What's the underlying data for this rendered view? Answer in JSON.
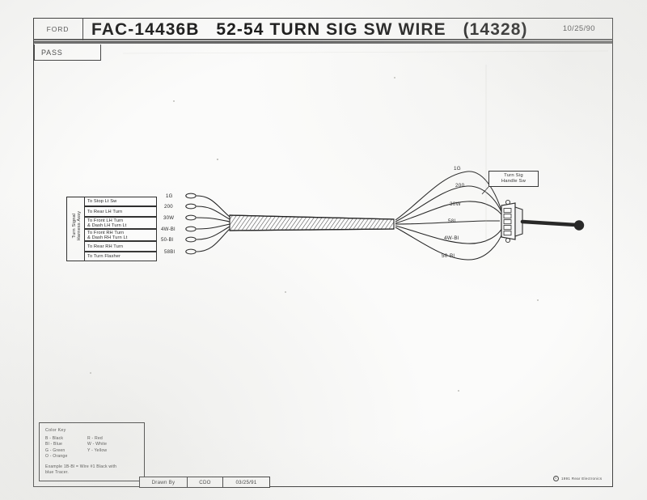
{
  "document": {
    "sheet_type": "wiring-harness-engineering-drawing",
    "manufacturer_label": "FORD",
    "title": "FAC-14436B   52-54 TURN SIG SW WIRE   (14328)",
    "title_date": "10/25/90",
    "sub_box_label": "PASS"
  },
  "harness": {
    "name_vertical": "Turn Signal\nHarness Assy",
    "destinations": [
      {
        "label": "To Stop Lt Sw",
        "code": "1G"
      },
      {
        "label": "To Rear LH Turn",
        "code": "200"
      },
      {
        "label": "To Front LH Turn\n& Dash LH Turn Lt",
        "code": "30W"
      },
      {
        "label": "To Front RH Turn\n& Dash RH Turn Lt",
        "code": "4W-Bl"
      },
      {
        "label": "To Rear RH Turn",
        "code": "50-Bl"
      },
      {
        "label": "To Turn Flasher",
        "code": "58Bl"
      }
    ],
    "switch_end_codes": [
      "1G",
      "200",
      "30W",
      "58l",
      "4W-Bl",
      "50-Bl"
    ],
    "switch_callout": "Turn Sig\nHandle Sw"
  },
  "color_key": {
    "title": "Color Key",
    "entries_left": [
      "B  -  Black",
      "Bl  -  Blue",
      "G  -  Green",
      "O  -  Orange"
    ],
    "entries_right": [
      "R  -  Red",
      "W  -  White",
      "Y  -  Yellow"
    ],
    "example": "Example 1B-Bl  =   Wire #1 Black with\n                          blue Tracer."
  },
  "title_block": {
    "drawn_by_label": "Drawn By",
    "drawn_by_value": "CDO",
    "date": "03/25/91"
  },
  "footer": {
    "copyright_mark": "C",
    "copyright_text": "1991 Rear Electronics"
  },
  "colors": {
    "ink": "#1a1a1a",
    "paper": "#fbfbfa",
    "rule": "#3a3a3a"
  }
}
